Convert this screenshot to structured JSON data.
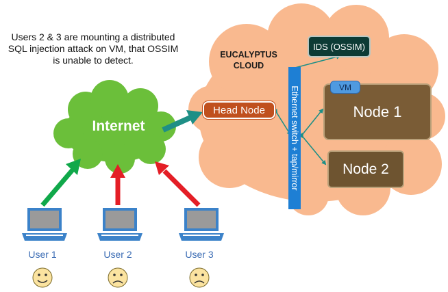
{
  "caption": "Users 2 & 3 are mounting a distributed SQL injection attack on VM, that OSSIM is unable to detect.",
  "cloud": {
    "title": "EUCALYPTUS CLOUD"
  },
  "internet": {
    "label": "Internet"
  },
  "head_node": {
    "label": "Head Node"
  },
  "ids": {
    "label": "IDS (OSSIM)"
  },
  "switch": {
    "label": "Ethernet switch + tap/mirror"
  },
  "node1": {
    "label": "Node 1",
    "vm_label": "VM"
  },
  "node2": {
    "label": "Node 2"
  },
  "users": [
    {
      "label": "User 1",
      "mood": "happy",
      "arrow_color": "#10a84a"
    },
    {
      "label": "User 2",
      "mood": "sad",
      "arrow_color": "#e41e26"
    },
    {
      "label": "User 3",
      "mood": "sad",
      "arrow_color": "#e41e26"
    }
  ],
  "colors": {
    "cloud_fill": "#f9b98f",
    "internet_fill": "#6bbf3a",
    "link": "#1e8f86",
    "laptop": "#3b82c9"
  }
}
